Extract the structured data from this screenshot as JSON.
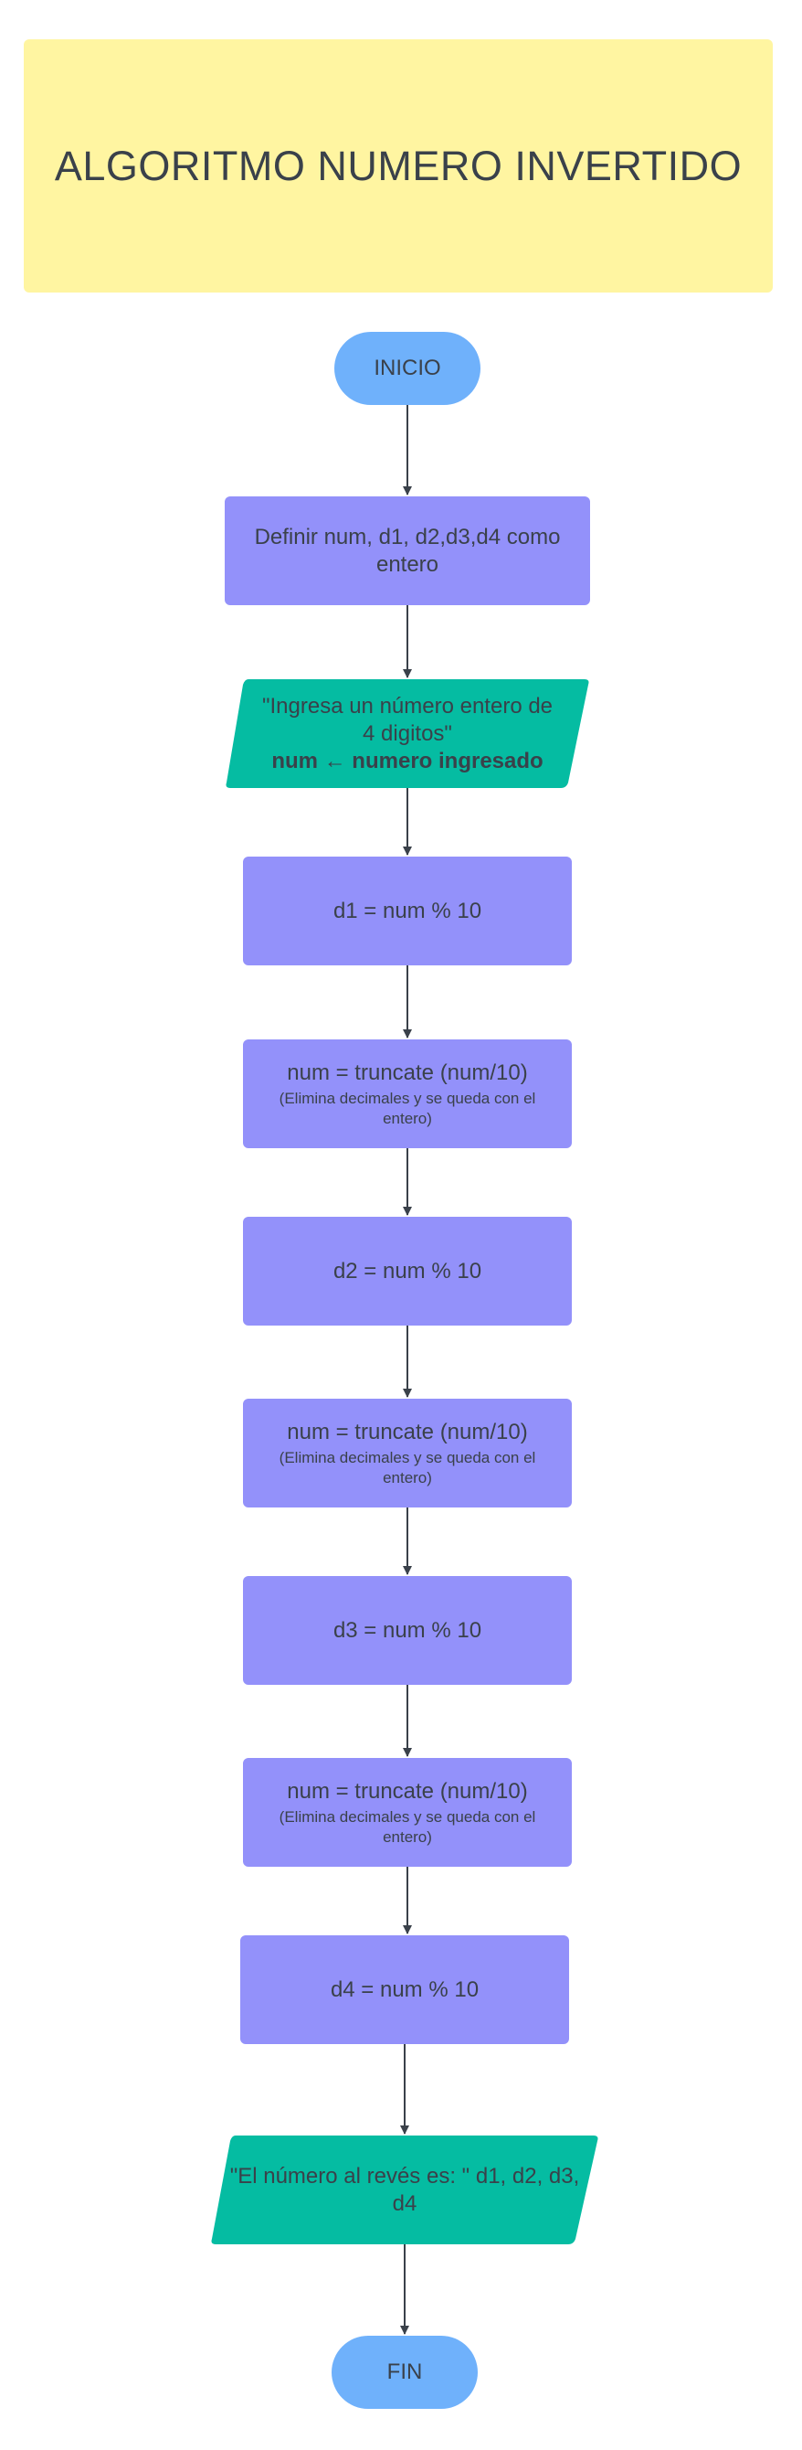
{
  "title": "ALGORITMO NUMERO INVERTIDO",
  "nodes": {
    "inicio": "INICIO",
    "definir": "Definir num, d1, d2,d3,d4 como entero",
    "input_prompt": "\"Ingresa un número entero de 4 digitos\"",
    "input_assign": "num ← numero ingresado",
    "d1": "d1 = num % 10",
    "trunc1_main": "num = truncate (num/10)",
    "trunc1_note": "(Elimina decimales y se queda con el entero)",
    "d2": "d2 = num % 10",
    "trunc2_main": "num = truncate (num/10)",
    "trunc2_note": "(Elimina decimales y se queda con el entero)",
    "d3": "d3 = num % 10",
    "trunc3_main": "num = truncate (num/10)",
    "trunc3_note": "(Elimina decimales y se queda con el entero)",
    "d4": "d4 = num % 10",
    "output": "\"El número al revés es: \" d1, d2, d3, d4",
    "fin": "FIN"
  },
  "colors": {
    "title_bg": "#fff5a1",
    "terminal": "#6fb1fb",
    "process": "#9391fa",
    "io": "#05bca2",
    "text": "#3a414a",
    "arrow": "#3a414a"
  }
}
